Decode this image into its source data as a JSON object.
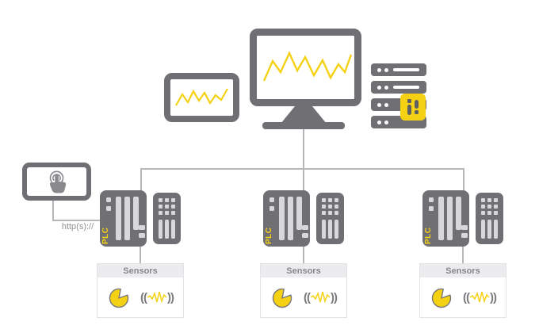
{
  "colors": {
    "gray": "#706f74",
    "lightbar": "#d8d8da",
    "line": "#b7b7b9",
    "yellow": "#f5d114",
    "textgray": "#87868a",
    "panelborder": "#e3e3e5",
    "panelheader": "#ececee",
    "glyph": "#5f5e62"
  },
  "labels": {
    "http": "http(s)://"
  },
  "top_devices": {
    "laptop_icon": "laptop-line-chart-icon",
    "monitor_icon": "monitor-line-chart-icon",
    "server_icon": "server-rack-icon",
    "server_badge_icon": "server-alert-badge-icon"
  },
  "touch_device": {
    "icon": "touch-tap-icon"
  },
  "groups": [
    {
      "plc_label": "PLC",
      "module_icon": "io-module-icon",
      "sensors_title": "Sensors",
      "sensor_icons": [
        "rotary-sensor-icon",
        "vibration-signal-icon"
      ]
    },
    {
      "plc_label": "PLC",
      "module_icon": "io-module-icon",
      "sensors_title": "Sensors",
      "sensor_icons": [
        "rotary-sensor-icon",
        "vibration-signal-icon"
      ]
    },
    {
      "plc_label": "PLC",
      "module_icon": "io-module-icon",
      "sensors_title": "Sensors",
      "sensor_icons": [
        "rotary-sensor-icon",
        "vibration-signal-icon"
      ]
    }
  ]
}
